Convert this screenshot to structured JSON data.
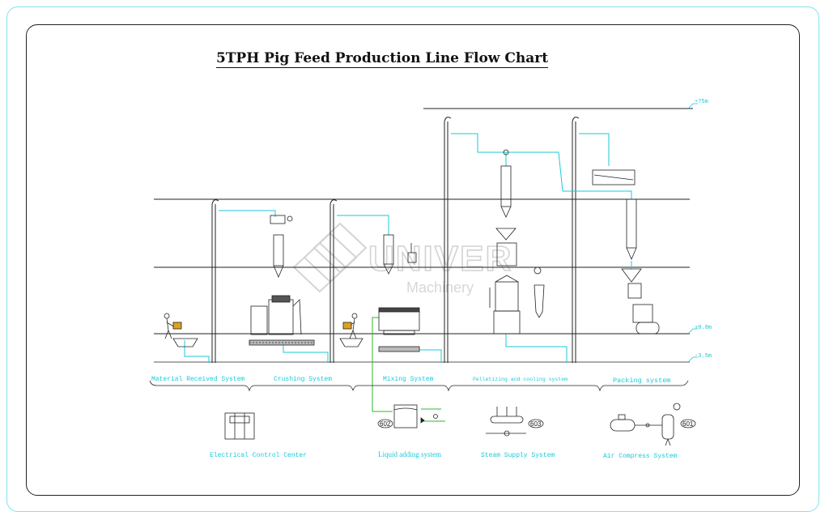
{
  "title": "5TPH Pig Feed Production Line Flow Chart",
  "watermark": {
    "brand": "UNIVER",
    "sub": "Machinery"
  },
  "elevations": {
    "top": "+75m",
    "floor": "±0.0m",
    "pit": "-3.5m"
  },
  "sections": [
    {
      "label": "Material Received System"
    },
    {
      "label": "Crushing System"
    },
    {
      "label": "Mixing System"
    },
    {
      "label": "Pelletizing and cooling system"
    },
    {
      "label": "Packing system"
    }
  ],
  "subsystems": {
    "electrical": {
      "label": "Electrical Control Center"
    },
    "liquid": {
      "label": "Liquid adding system",
      "tag": "602"
    },
    "steam": {
      "label": "Steam Supply System",
      "tag": "603"
    },
    "air": {
      "label": "Air Compress System",
      "tag": "601"
    }
  },
  "colors": {
    "line": "#222222",
    "pipe": "#19c9da",
    "green": "#2eb82e",
    "frame_outer": "#7fe3ee"
  }
}
